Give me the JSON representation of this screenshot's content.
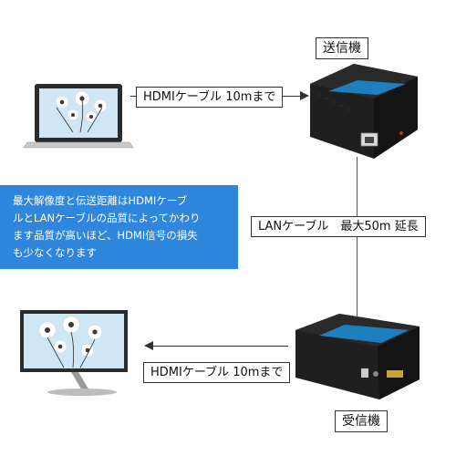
{
  "labels": {
    "sender": "送信機",
    "receiver": "受信機",
    "cable_top": "HDMIケーブル 10mまで",
    "cable_bottom": "HDMIケーブル 10mまで",
    "lan": "LANケーブル　最大50m 延長"
  },
  "info": {
    "line1": "最大解像度と伝送距離はHDMIケーブ",
    "line2": "ルとLANケーブルの品質によってかわり",
    "line3": "ます品質が高いほど、HDMI信号の損失",
    "line4": "も少なくなります"
  },
  "colors": {
    "info_bg": "#2f86dd",
    "device_body": "#1f1f1f",
    "device_stripe": "#1b8ed8"
  }
}
